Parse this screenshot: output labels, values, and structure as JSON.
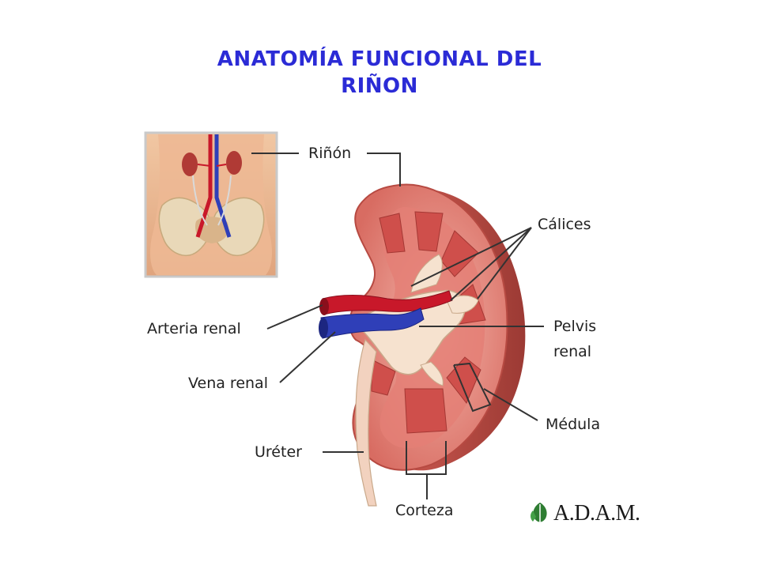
{
  "title": {
    "line1": "ANATOMÍA FUNCIONAL DEL",
    "line2": "RIÑON",
    "color": "#2b2bd6"
  },
  "labels": {
    "rinon": "Riñón",
    "calices": "Cálices",
    "arteria_renal": "Arteria renal",
    "pelvis_line1": "Pelvis",
    "pelvis_line2": "renal",
    "vena_renal": "Vena renal",
    "medula": "Médula",
    "ureter": "Uréter",
    "corteza": "Corteza"
  },
  "logo": {
    "text": "A.D.A.M.",
    "icon": "leaf-logo-icon",
    "color": "#2e7d32"
  },
  "colors": {
    "cortex": "#e98f86",
    "medulla": "#d9605c",
    "artery": "#c8182a",
    "vein": "#2f3fb8",
    "pelvis": "#f6e2cf"
  }
}
